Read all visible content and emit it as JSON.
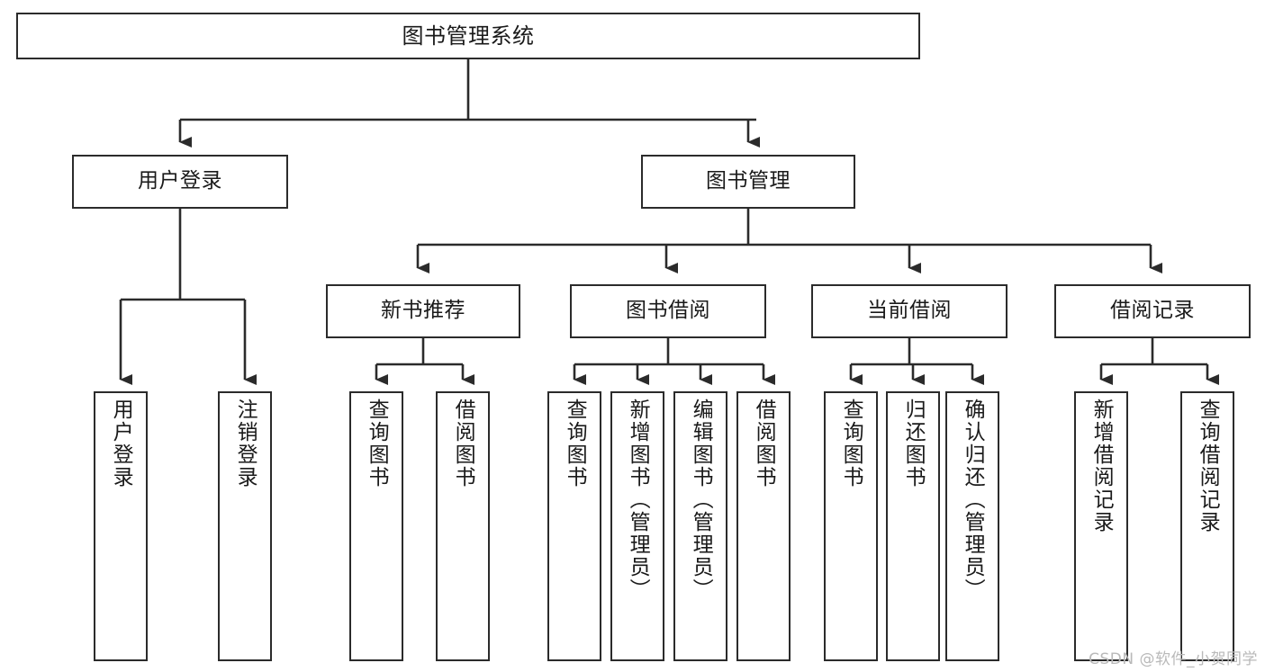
{
  "diagram": {
    "type": "tree",
    "title": "图书管理系统",
    "root": {
      "id": "root",
      "label": "图书管理系统",
      "orientation": "horizontal"
    },
    "level2": [
      {
        "id": "user-login",
        "label": "用户登录",
        "orientation": "horizontal"
      },
      {
        "id": "book-management",
        "label": "图书管理",
        "orientation": "horizontal"
      }
    ],
    "level3": [
      {
        "id": "new-book-recommend",
        "label": "新书推荐",
        "orientation": "horizontal"
      },
      {
        "id": "book-borrow",
        "label": "图书借阅",
        "orientation": "horizontal"
      },
      {
        "id": "current-borrow",
        "label": "当前借阅",
        "orientation": "horizontal"
      },
      {
        "id": "borrow-record",
        "label": "借阅记录",
        "orientation": "horizontal"
      }
    ],
    "leaves": [
      {
        "id": "leaf-user-login",
        "label": "用户登录",
        "parent": "user-login",
        "orientation": "vertical"
      },
      {
        "id": "leaf-logout",
        "label": "注销登录",
        "parent": "user-login",
        "orientation": "vertical"
      },
      {
        "id": "leaf-query-book-1",
        "label": "查询图书",
        "parent": "new-book-recommend",
        "orientation": "vertical"
      },
      {
        "id": "leaf-borrow-book-1",
        "label": "借阅图书",
        "parent": "new-book-recommend",
        "orientation": "vertical"
      },
      {
        "id": "leaf-query-book-2",
        "label": "查询图书",
        "parent": "book-borrow",
        "orientation": "vertical"
      },
      {
        "id": "leaf-add-book",
        "label": "新增图书（管理员）",
        "parent": "book-borrow",
        "orientation": "vertical"
      },
      {
        "id": "leaf-edit-book",
        "label": "编辑图书（管理员）",
        "parent": "book-borrow",
        "orientation": "vertical"
      },
      {
        "id": "leaf-borrow-book-2",
        "label": "借阅图书",
        "parent": "book-borrow",
        "orientation": "vertical"
      },
      {
        "id": "leaf-query-book-3",
        "label": "查询图书",
        "parent": "current-borrow",
        "orientation": "vertical"
      },
      {
        "id": "leaf-return-book",
        "label": "归还图书",
        "parent": "current-borrow",
        "orientation": "vertical"
      },
      {
        "id": "leaf-confirm-return",
        "label": "确认归还（管理员）",
        "parent": "current-borrow",
        "orientation": "vertical"
      },
      {
        "id": "leaf-add-record",
        "label": "新增借阅记录",
        "parent": "borrow-record",
        "orientation": "vertical"
      },
      {
        "id": "leaf-query-record",
        "label": "查询借阅记录",
        "parent": "borrow-record",
        "orientation": "vertical"
      }
    ],
    "colors": {
      "line": "#2b2b2b",
      "box_border": "#2b2b2b",
      "box_fill": "#ffffff",
      "text": "#1a1a1a",
      "background": "#ffffff",
      "watermark": "#b9b9b9"
    }
  },
  "watermark": {
    "text": "CSDN @软件_小贺同学"
  }
}
